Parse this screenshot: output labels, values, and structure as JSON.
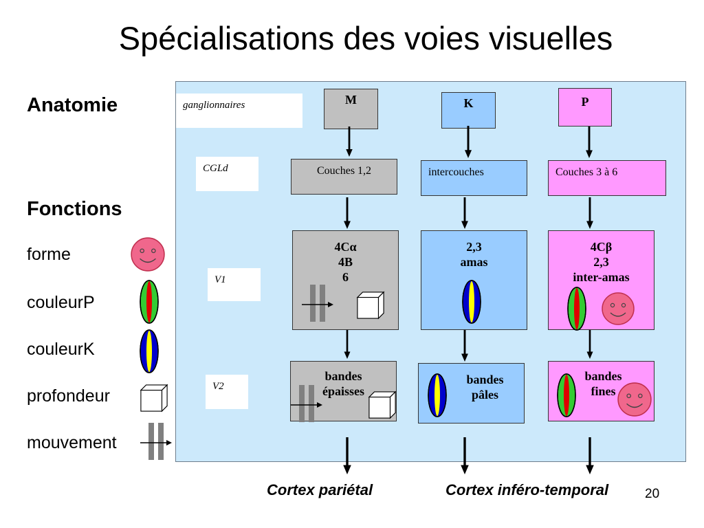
{
  "title": "Spécialisations des voies visuelles",
  "sidebar": {
    "anatomie": "Anatomie",
    "fonctions": "Fonctions",
    "legend": [
      {
        "label": "forme",
        "icon": "smiley-icon"
      },
      {
        "label": "couleurP",
        "icon": "red-green-ellipse-icon"
      },
      {
        "label": "couleurK",
        "icon": "blue-yellow-ellipse-icon"
      },
      {
        "label": "profondeur",
        "icon": "cube-icon"
      },
      {
        "label": "mouvement",
        "icon": "motion-bars-icon"
      }
    ]
  },
  "levels": {
    "ganglionnaires": "ganglionnaires",
    "cgld": "CGLd",
    "v1": "V1",
    "v2": "V2"
  },
  "pathways": {
    "m": {
      "header": "M",
      "cgld": "Couches 1,2",
      "v1": [
        "4Cα",
        "4B",
        "6"
      ],
      "v2": [
        "bandes",
        "épaisses"
      ],
      "color": "#c0c0c0"
    },
    "k": {
      "header": "K",
      "cgld": "intercouches",
      "v1": [
        "2,3",
        "amas"
      ],
      "v2": [
        "bandes",
        "pâles"
      ],
      "color": "#99ccff"
    },
    "p": {
      "header": "P",
      "cgld": "Couches 3 à 6",
      "v1": [
        "4Cβ",
        "2,3",
        "inter-amas"
      ],
      "v2": [
        "bandes",
        "fines"
      ],
      "color": "#ff99ff"
    }
  },
  "outputs": {
    "parietal": "Cortex pariétal",
    "inferotemporal": "Cortex inféro-temporal"
  },
  "page_number": "20",
  "colors": {
    "panel": "#cce9fb",
    "smiley": "#f0678c",
    "ellipse_red": "#e00000",
    "ellipse_green": "#33cc33",
    "ellipse_blue": "#0000cc",
    "ellipse_yellow": "#ffff00",
    "motion_bars": "#808080"
  }
}
